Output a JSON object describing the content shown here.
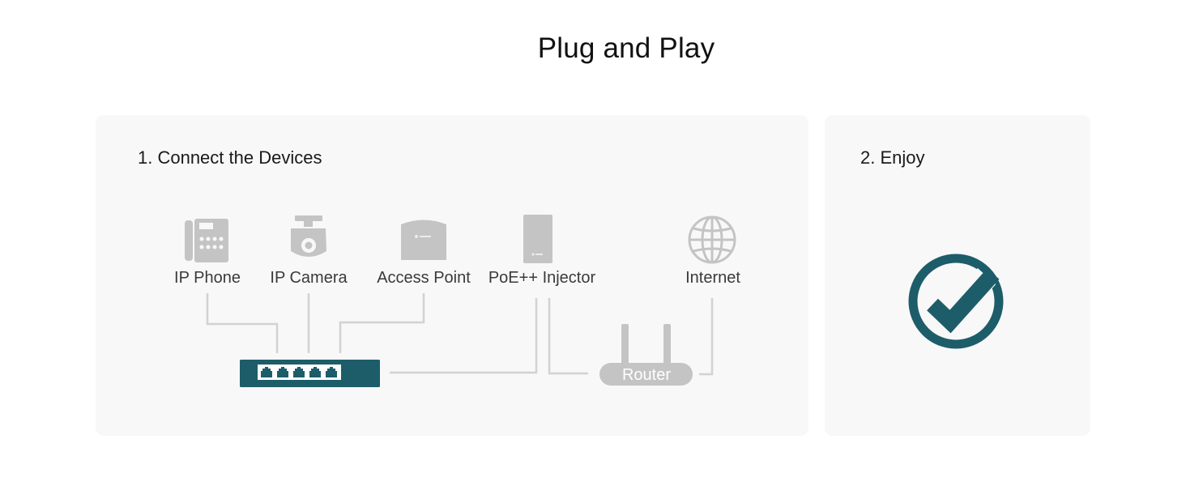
{
  "page": {
    "title": "Plug and Play"
  },
  "steps": {
    "connect": {
      "heading": "1. Connect the Devices"
    },
    "enjoy": {
      "heading": "2. Enjoy"
    }
  },
  "devices": [
    {
      "label": "IP Phone",
      "icon": "ip-phone-icon"
    },
    {
      "label": "IP Camera",
      "icon": "ip-camera-icon"
    },
    {
      "label": "Access Point",
      "icon": "access-point-icon"
    },
    {
      "label": "PoE++ Injector",
      "icon": "poe-injector-icon"
    },
    {
      "label": "Internet",
      "icon": "globe-icon"
    }
  ],
  "router": {
    "label": "Router"
  },
  "colors": {
    "accent": "#1d5d69",
    "device_gray": "#c4c4c4",
    "line_gray": "#d2d2d2",
    "panel_bg": "#f8f8f8"
  }
}
